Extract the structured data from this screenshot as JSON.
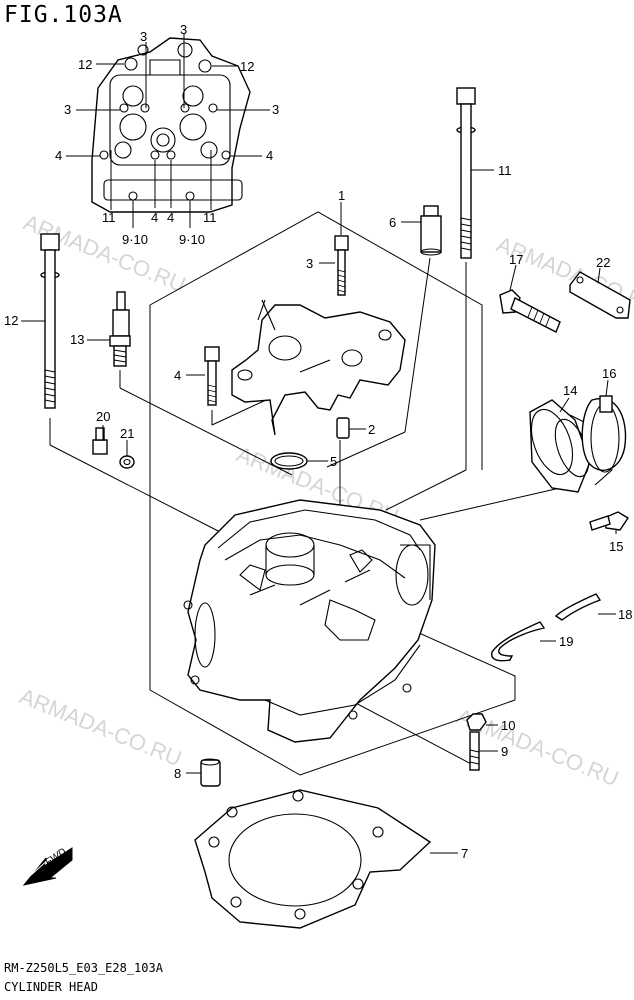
{
  "figure": {
    "title": "FIG.103A"
  },
  "footer": {
    "code": "RM-Z250L5_E03_E28_103A",
    "name": "CYLINDER HEAD"
  },
  "watermark": "ARMADA-CO.RU",
  "fwd_label": "FWD",
  "callouts": {
    "c1": "1",
    "c2": "2",
    "c3": "3",
    "c4": "4",
    "c5": "5",
    "c6": "6",
    "c7": "7",
    "c8": "8",
    "c9": "9",
    "c10": "10",
    "c11": "11",
    "c12": "12",
    "c13": "13",
    "c14": "14",
    "c15": "15",
    "c16": "16",
    "c17": "17",
    "c18": "18",
    "c19": "19",
    "c20": "20",
    "c21": "21",
    "c22": "22",
    "c910": "9·10"
  }
}
